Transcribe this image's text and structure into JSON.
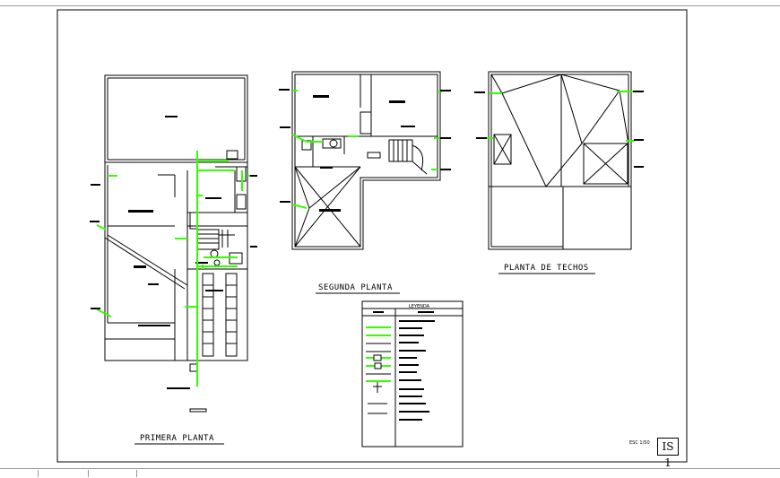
{
  "drawing": {
    "plan_first_floor_title": "PRIMERA PLANTA",
    "plan_second_floor_title": "SEGUNDA PLANTA",
    "plan_roof_title": "PLANTA DE TECHOS",
    "legend_title": "LEYENDA",
    "scale_label": "ESC 1/50",
    "sheet_number": "IS 1"
  },
  "colors": {
    "line": "#000000",
    "pipe": "#33ff00",
    "background": "#ffffff",
    "frame": "#000000"
  }
}
